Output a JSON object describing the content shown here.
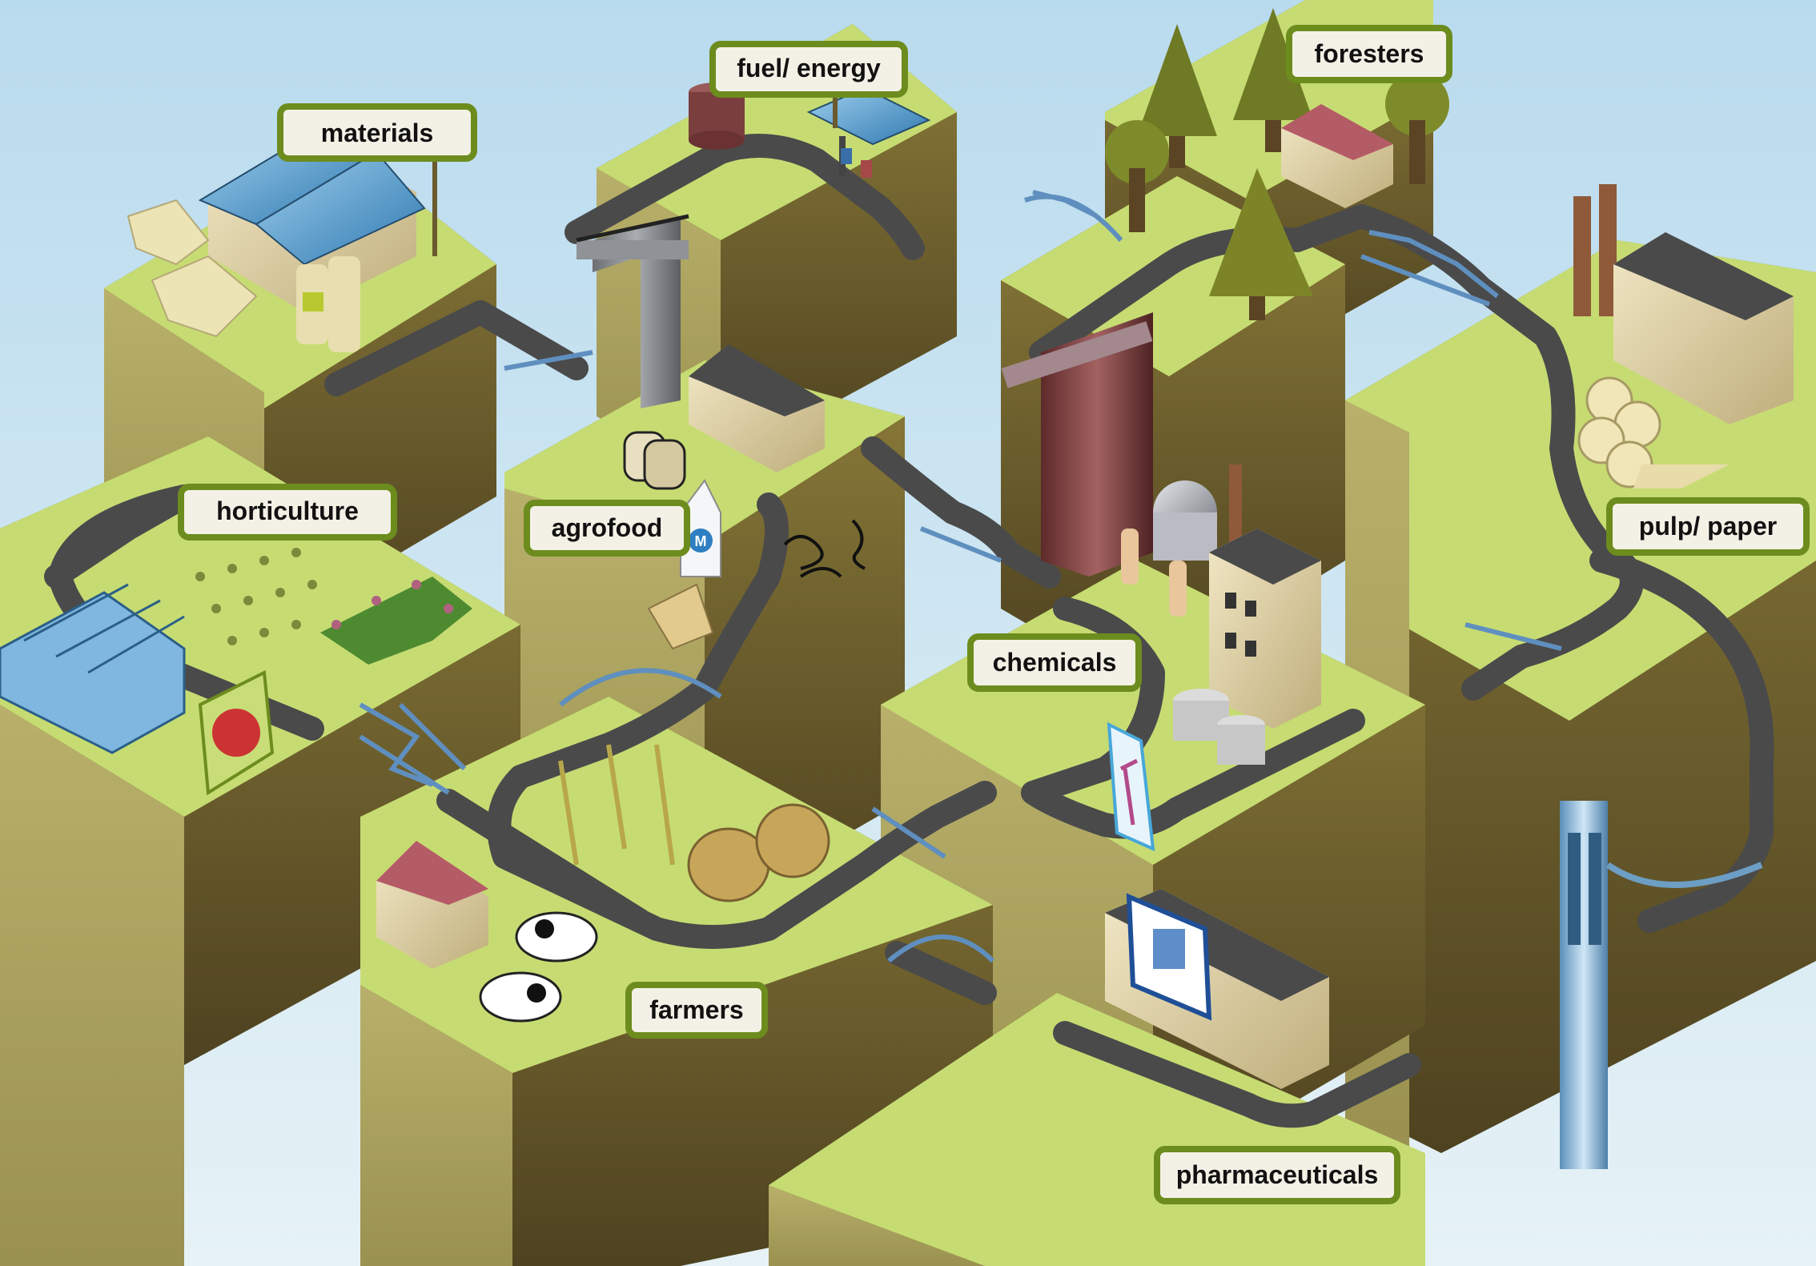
{
  "labels": {
    "materials": "materials",
    "fuel_energy": "fuel/ energy",
    "foresters": "foresters",
    "horticulture": "horticulture",
    "agrofood": "agrofood",
    "pulp_paper": "pulp/ paper",
    "chemicals": "chemicals",
    "farmers": "farmers",
    "pharmaceuticals": "pharmaceuticals"
  },
  "milk_carton_letter": "M",
  "colors": {
    "sky": "#d4e8f2",
    "grass_top": "#c8dd78",
    "cliff_face": "#a8a060",
    "cliff_dark": "#6b5e2c",
    "road": "#4a4a4a",
    "sign_border": "#6d8c1e",
    "sign_fill": "#f3f1e6",
    "bridge": "#6d9ec4"
  },
  "icons": [
    "factory-icon",
    "boxes-icon",
    "silo-icon",
    "gas-station-icon",
    "tank-icon",
    "tree-icon",
    "house-icon",
    "greenhouse-icon",
    "tomato-icon",
    "bread-icon",
    "milk-carton-icon",
    "dna-icon",
    "cheese-icon",
    "wheat-icon",
    "hay-bale-icon",
    "cow-icon",
    "refinery-icon",
    "office-building-icon",
    "chemistry-flask-icon",
    "paper-roll-icon",
    "chimney-icon",
    "pharmacy-icon",
    "bridge-icon",
    "viaduct-icon"
  ]
}
